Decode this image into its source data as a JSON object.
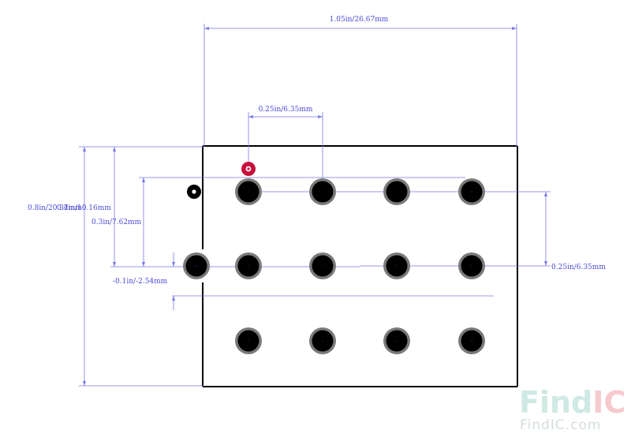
{
  "dimensions": {
    "overall_width": "1.05in/26.67mm",
    "pitch_top": "0.25in/6.35mm",
    "overall_height": "0.8in/20.32mm",
    "height_2": "0.4in/10.16mm",
    "height_3": "0.3in/7.62mm",
    "offset": "-0.1in/-2.54mm",
    "pitch_right": "0.25in/6.35mm"
  },
  "pins": [
    {
      "label": "1"
    },
    {
      "label": "4"
    },
    {
      "label": "7"
    },
    {
      "label": "10"
    },
    {
      "label": "13"
    },
    {
      "label": "2"
    },
    {
      "label": "5"
    },
    {
      "label": "8"
    },
    {
      "label": "11"
    },
    {
      "label": "3"
    },
    {
      "label": "6"
    },
    {
      "label": "9"
    },
    {
      "label": "12"
    }
  ],
  "watermark": {
    "brand_prefix": "Find",
    "brand_suffix": "IC",
    "domain": "FindIC.com",
    "prefix_color": "#cfe9e4",
    "suffix_color": "#f6c9cc"
  },
  "colors": {
    "dimension": "#5a5ae0",
    "pin_fill": "#000000",
    "pin_ring": "#7a7a7a",
    "marker_red": "#c8103c"
  }
}
